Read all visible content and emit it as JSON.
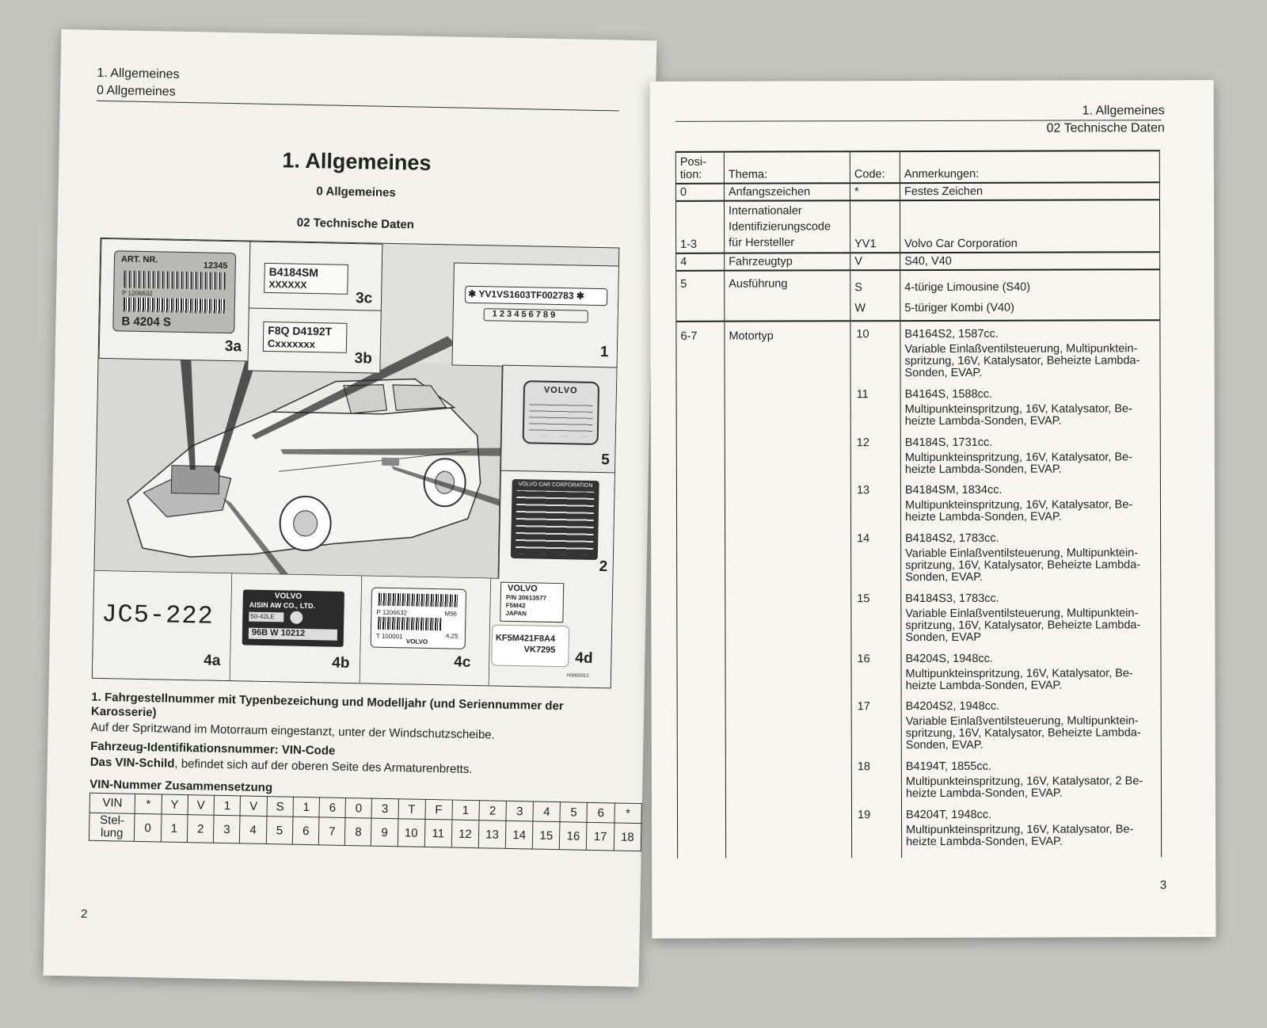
{
  "left_page": {
    "header": {
      "line1": "1. Allgemeines",
      "line2": "0 Allgemeines"
    },
    "title": "1. Allgemeines",
    "subtitle1": "0 Allgemeines",
    "subtitle2": "02 Technische Daten",
    "figure": {
      "plate_3a": {
        "art_label": "ART. NR.",
        "art_number": "12345",
        "p_number": "P 1206632",
        "engine_code": "B 4204 S",
        "label": "3a"
      },
      "plate_3c": {
        "line1": "B4184SM",
        "line2": "XXXXXX",
        "label": "3c"
      },
      "plate_3b": {
        "line1": "F8Q D4192T",
        "line2": "Cxxxxxxx",
        "label": "3b"
      },
      "plate_1": {
        "vin": "✱ YV1VS1603TF002783 ✱",
        "digits": "1 2 3 4 5 6 7 8 9",
        "label": "1"
      },
      "plate_5": {
        "brand": "VOLVO",
        "label": "5"
      },
      "plate_2": {
        "maker": "VOLVO CAR CORPORATION",
        "label": "2"
      },
      "plate_4a": {
        "code": "JC5-222",
        "label": "4a"
      },
      "plate_4b": {
        "brand": "VOLVO",
        "maker": "AISIN AW CO., LTD.",
        "model": "50-42LE",
        "serial": "96B W 10212",
        "label": "4b"
      },
      "plate_4c": {
        "p_number": "P 1206632",
        "m": "M56",
        "t_number": "T 100001",
        "brand": "VOLVO",
        "value": "4,25",
        "label": "4c"
      },
      "plate_4d": {
        "brand": "VOLVO",
        "pn": "P/N 30613577",
        "model": "F5M42",
        "country": "JAPAN",
        "code1": "KF5M421F8A4",
        "code2": "VK7295",
        "label": "4d"
      },
      "fig_id": "H3000012"
    },
    "note1_heading": "1. Fahrgestellnummer mit Typenbezeichung und Modelljahr (und Seriennummer der Karosserie)",
    "note1_text": "Auf der Spritzwand im Motorraum eingestanzt, unter der Windschutzscheibe.",
    "note2_heading": "Fahrzeug-Identifikationsnummer: VIN-Code",
    "note2_text_bold": "Das VIN-Schild",
    "note2_text": ", befindet sich auf der oberen Seite des Armaturenbretts.",
    "vin_heading": "VIN-Nummer Zusammensetzung",
    "vin_table": {
      "row1_label": "VIN",
      "row1": [
        "*",
        "Y",
        "V",
        "1",
        "V",
        "S",
        "1",
        "6",
        "0",
        "3",
        "T",
        "F",
        "1",
        "2",
        "3",
        "4",
        "5",
        "6",
        "*"
      ],
      "row2_label": "Stel-\nlung",
      "row2": [
        "0",
        "1",
        "2",
        "3",
        "4",
        "5",
        "6",
        "7",
        "8",
        "9",
        "10",
        "11",
        "12",
        "13",
        "14",
        "15",
        "16",
        "17",
        "18"
      ]
    },
    "page_number": "2"
  },
  "right_page": {
    "header": {
      "line1": "1. Allgemeines",
      "line2": "02 Technische Daten"
    },
    "table_headers": {
      "position": "Posi-\ntion:",
      "thema": "Thema:",
      "code": "Code:",
      "anmerkungen": "Anmerkungen:"
    },
    "rows": [
      {
        "position": "0",
        "thema": "Anfangszeichen",
        "code": "*",
        "anmerkungen": "Festes Zeichen"
      },
      {
        "position": "1-3",
        "thema": "Internationaler Identifizierungscode für Hersteller",
        "code": "YV1",
        "anmerkungen": "Volvo Car Corporation"
      },
      {
        "position": "4",
        "thema": "Fahrzeugtyp",
        "code": "V",
        "anmerkungen": "S40, V40"
      },
      {
        "position": "5",
        "thema": "Ausführung",
        "code": "S",
        "anmerkungen": "4-türige Limousine (S40)",
        "code2": "W",
        "anmerkungen2": "5-türiger Kombi (V40)"
      }
    ],
    "motor": {
      "position": "6-7",
      "thema": "Motortyp",
      "entries": [
        {
          "code": "10",
          "name": "B4164S2, 1587cc.",
          "desc": "Variable Einlaßventilsteuerung, Multipunktein-spritzung, 16V, Katalysator, Beheizte Lambda-Sonden, EVAP."
        },
        {
          "code": "11",
          "name": "B4164S, 1588cc.",
          "desc": "Multipunkteinspritzung, 16V, Katalysator, Be-heizte Lambda-Sonden, EVAP."
        },
        {
          "code": "12",
          "name": "B4184S, 1731cc.",
          "desc": "Multipunkteinspritzung, 16V, Katalysator, Be-heizte Lambda-Sonden, EVAP."
        },
        {
          "code": "13",
          "name": "B4184SM, 1834cc.",
          "desc": "Multipunkteinspritzung, 16V, Katalysator, Be-heizte Lambda-Sonden, EVAP."
        },
        {
          "code": "14",
          "name": "B4184S2, 1783cc.",
          "desc": "Variable Einlaßventilsteuerung, Multipunktein-spritzung, 16V, Katalysator, Beheizte Lambda-Sonden, EVAP."
        },
        {
          "code": "15",
          "name": "B4184S3, 1783cc.",
          "desc": "Variable Einlaßventilsteuerung, Multipunktein-spritzung, 16V, Katalysator, Beheizte Lambda-Sonden, EVAP"
        },
        {
          "code": "16",
          "name": "B4204S, 1948cc.",
          "desc": "Multipunkteinspritzung, 16V, Katalysator, Be-heizte Lambda-Sonden, EVAP."
        },
        {
          "code": "17",
          "name": "B4204S2, 1948cc.",
          "desc": "Variable Einlaßventilsteuerung, Multipunktein-spritzung, 16V, Katalysator, Beheizte Lambda-Sonden, EVAP."
        },
        {
          "code": "18",
          "name": "B4194T, 1855cc.",
          "desc": "Multipunkteinspritzung, 16V, Katalysator, 2 Be-heizte Lambda-Sonden, EVAP."
        },
        {
          "code": "19",
          "name": "B4204T, 1948cc.",
          "desc": "Multipunkteinspritzung, 16V, Katalysator, Be-heizte Lambda-Sonden, EVAP."
        }
      ]
    },
    "page_number": "3"
  }
}
